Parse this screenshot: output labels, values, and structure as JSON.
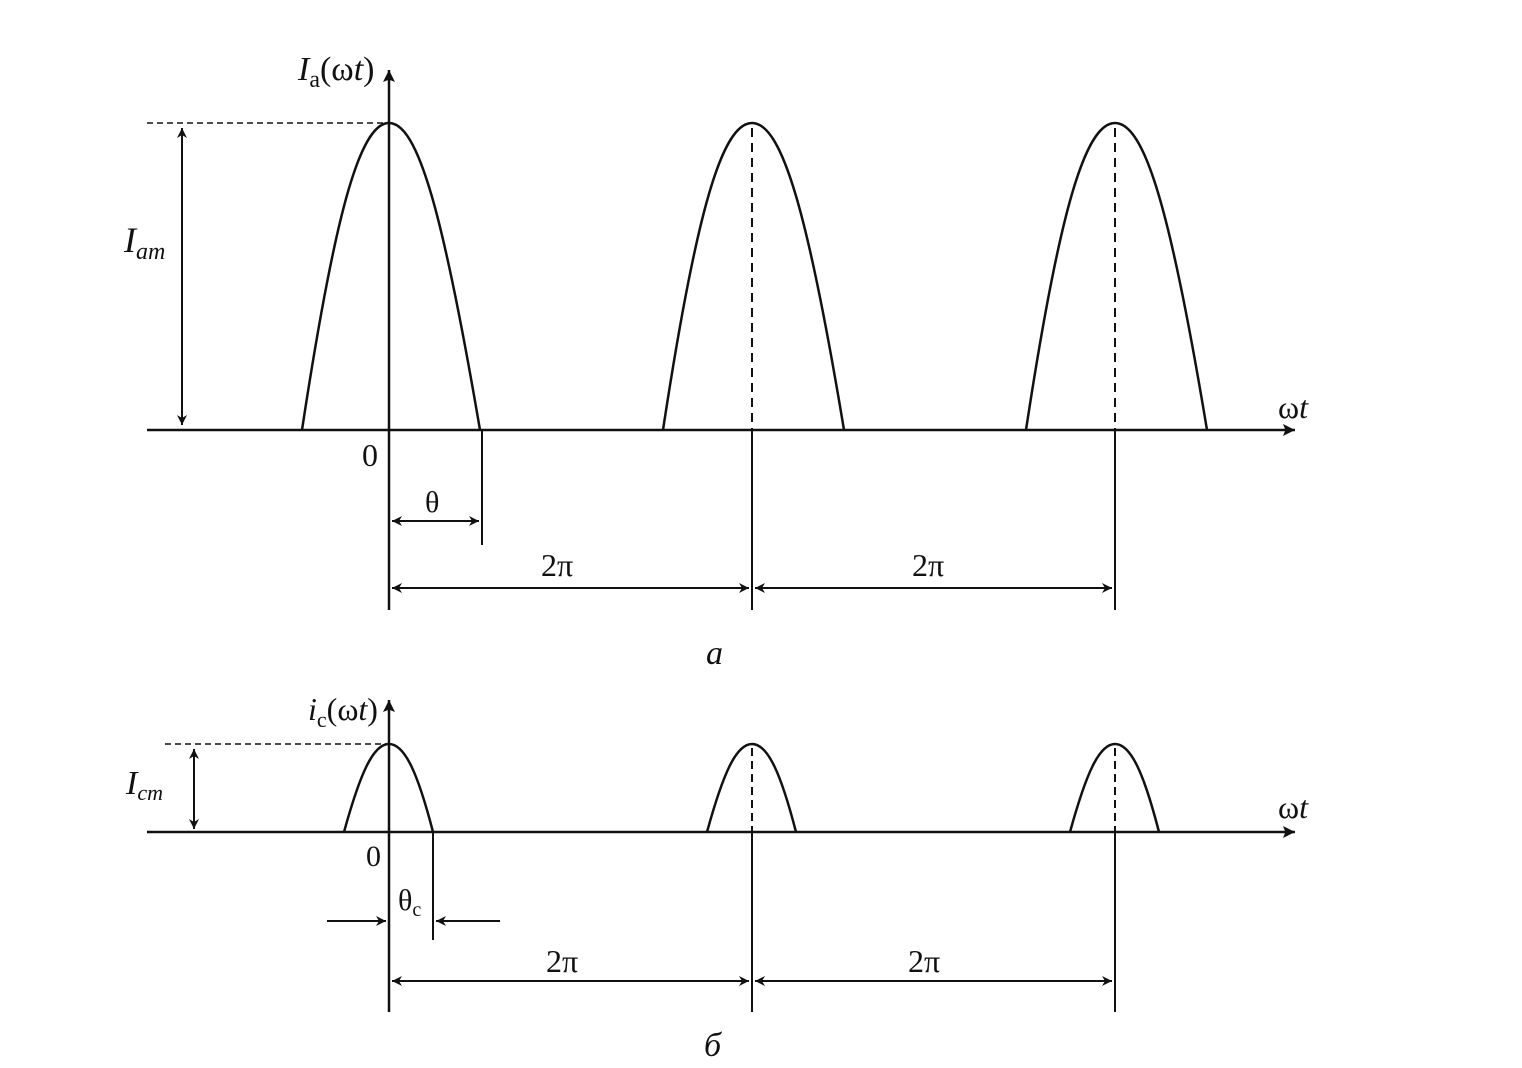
{
  "colors": {
    "ink": "#111111",
    "background": "#ffffff"
  },
  "panel_a": {
    "caption": "а",
    "y_axis": {
      "symbol": "I",
      "subscript": "a",
      "argument": "(ω",
      "argument_var": "t",
      "argument_close": ")"
    },
    "x_axis": {
      "symbol": "ω",
      "var": "t"
    },
    "origin": "0",
    "amplitude": {
      "symbol": "I",
      "subscript": "am"
    },
    "half_angle": "θ",
    "period_labels": [
      "2π",
      "2π"
    ]
  },
  "panel_b": {
    "caption": "б",
    "y_axis": {
      "symbol": "i",
      "subscript": "c",
      "argument": "(ω",
      "argument_var": "t",
      "argument_close": ")"
    },
    "x_axis": {
      "symbol": "ω",
      "var": "t"
    },
    "origin": "0",
    "amplitude": {
      "symbol": "I",
      "subscript": "cm"
    },
    "half_angle": {
      "symbol": "θ",
      "subscript": "c"
    },
    "period_labels": [
      "2π",
      "2π"
    ]
  }
}
